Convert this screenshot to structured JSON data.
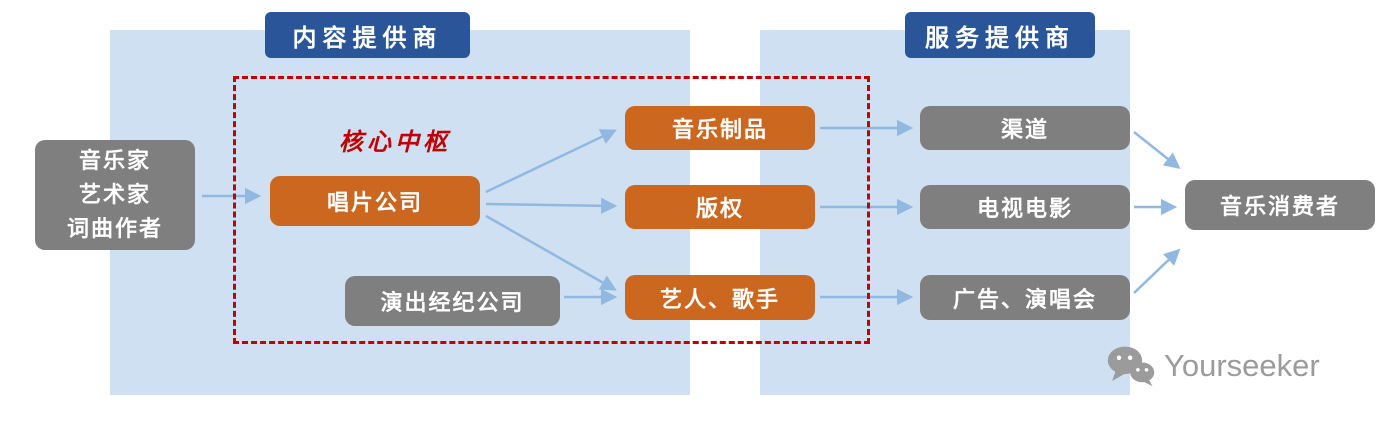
{
  "headers": {
    "content_provider": "内容提供商",
    "service_provider": "服务提供商"
  },
  "nodes": {
    "creators": {
      "line1": "音乐家",
      "line2": "艺术家",
      "line3": "词曲作者"
    },
    "core_hub_label": "核心中枢",
    "record_company": "唱片公司",
    "talent_agency": "演出经纪公司",
    "music_products": "音乐制品",
    "copyright": "版权",
    "artists_singers": "艺人、歌手",
    "channels": "渠道",
    "tv_movies": "电视电影",
    "ads_concerts": "广告、演唱会",
    "music_consumers": "音乐消费者"
  },
  "watermark": {
    "brand": "Yourseeker"
  },
  "colors": {
    "panel_blue": "#cfe0f2",
    "header_blue": "#2a5699",
    "orange": "#cc671f",
    "gray": "#7f7f7f",
    "red": "#c00000",
    "arrow_blue": "#90b8e0",
    "watermark_gray": "#9b9b9b"
  },
  "arrows": [
    [
      202,
      196,
      258,
      196
    ],
    [
      486,
      192,
      614,
      131
    ],
    [
      486,
      204,
      614,
      206
    ],
    [
      486,
      216,
      614,
      289
    ],
    [
      564,
      297,
      614,
      297
    ],
    [
      820,
      128,
      910,
      128
    ],
    [
      820,
      207,
      910,
      207
    ],
    [
      820,
      297,
      910,
      297
    ],
    [
      1134,
      132,
      1178,
      167
    ],
    [
      1134,
      207,
      1174,
      207
    ],
    [
      1134,
      293,
      1178,
      251
    ]
  ]
}
